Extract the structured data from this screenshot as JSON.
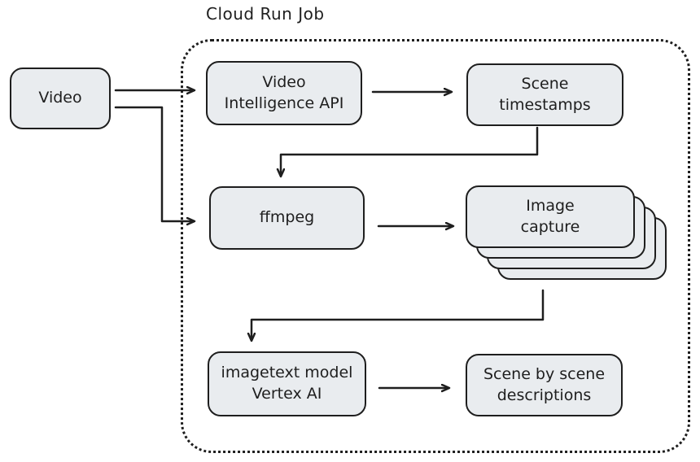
{
  "title": "Cloud Run Job",
  "colors": {
    "stroke": "#1e1e1e",
    "node_fill": "#e9ecef",
    "background": "#ffffff"
  },
  "nodes": {
    "video": {
      "label": "Video"
    },
    "video_intelligence": {
      "label": "Video\nIntelligence API"
    },
    "scene_timestamps": {
      "label": "Scene\ntimestamps"
    },
    "ffmpeg": {
      "label": "ffmpeg"
    },
    "image_capture": {
      "label": "Image\ncapture",
      "stack_count": 4
    },
    "imagetext_model": {
      "label": "imagetext model\nVertex AI"
    },
    "scene_descriptions": {
      "label": "Scene by scene\ndescriptions"
    }
  },
  "edges": [
    {
      "from": "Video",
      "to": "Video Intelligence API"
    },
    {
      "from": "Video",
      "to": "ffmpeg"
    },
    {
      "from": "Video Intelligence API",
      "to": "Scene timestamps"
    },
    {
      "from": "Scene timestamps",
      "to": "ffmpeg"
    },
    {
      "from": "ffmpeg",
      "to": "Image capture"
    },
    {
      "from": "Image capture",
      "to": "imagetext model Vertex AI"
    },
    {
      "from": "imagetext model Vertex AI",
      "to": "Scene by scene descriptions"
    }
  ]
}
